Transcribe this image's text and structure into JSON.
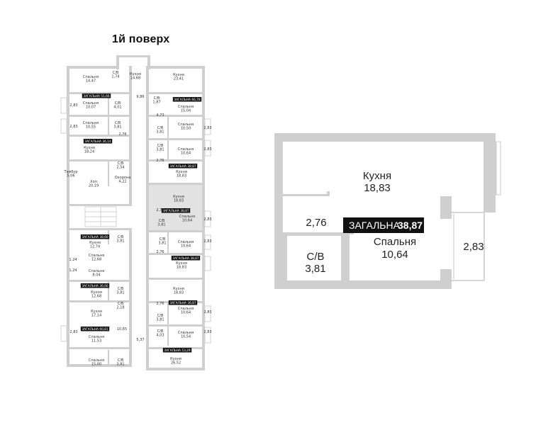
{
  "page": {
    "title": "1й поверх"
  },
  "floor_plan": {
    "left_column": [
      {
        "name": "Спальня",
        "area": "14,47"
      },
      {
        "name": "С/В",
        "area": "1,74"
      },
      {
        "name": "Кухня",
        "area": "14,68"
      },
      {
        "name": "ЗАГАЛЬНА 51,66",
        "badge": true
      },
      {
        "name": "Спальня",
        "area": "10,07"
      },
      {
        "name": "С/В",
        "area": "4,01"
      },
      {
        "name": "Спальня",
        "area": "10,55"
      },
      {
        "name": "С/В",
        "area": "3,81"
      },
      {
        "name": "ЗАГАЛЬНА 36,14",
        "badge": true
      },
      {
        "name": "Кухня",
        "area": "18,24"
      },
      {
        "name": "Тамбур",
        "area": "5,06"
      },
      {
        "name": "С/В",
        "area": "2,54"
      },
      {
        "name": "Хол",
        "area": "20,19"
      },
      {
        "name": "Охорона",
        "area": "4,22"
      },
      {
        "name": "ЗАГАЛЬНА 38,60",
        "badge": true
      },
      {
        "name": "С/В",
        "area": "3,81"
      },
      {
        "name": "Кухня",
        "area": "12,74"
      },
      {
        "name": "Спальня",
        "area": "12,68"
      },
      {
        "name": "Спальня",
        "area": "8,04"
      },
      {
        "name": "ЗАГАЛЬНА 36,66",
        "badge": true
      },
      {
        "name": "С/В",
        "area": "3,81"
      },
      {
        "name": "Кухня",
        "area": "12,68"
      },
      {
        "name": "С/В",
        "area": "2,18"
      },
      {
        "name": "Кухня",
        "area": "17,14"
      },
      {
        "name": "ЗАГАЛЬНА 60,81",
        "badge": true
      },
      {
        "name": "Спальня",
        "area": "11,53"
      },
      {
        "name": "Спальня",
        "area": "15,00"
      },
      {
        "name": "С/В",
        "area": "3,81"
      }
    ],
    "right_column": [
      {
        "name": "Кухня",
        "area": "23,41"
      },
      {
        "name": "ЗАГАЛЬНА 66,78",
        "badge": true
      },
      {
        "name": "С/В",
        "area": "1,87"
      },
      {
        "name": "Спальня",
        "area": "15,04"
      },
      {
        "name": "С/В",
        "area": "3,81"
      },
      {
        "name": "Спальня",
        "area": "10,50"
      },
      {
        "name": "С/В",
        "area": "3,81"
      },
      {
        "name": "Спальня",
        "area": "10,64"
      },
      {
        "name": "ЗАГАЛЬНА 38,87",
        "badge": true
      },
      {
        "name": "Кухня",
        "area": "18,83"
      },
      {
        "name": "Кухня",
        "area": "18,83"
      },
      {
        "name": "ЗАГАЛЬНА 38,87",
        "badge": true
      },
      {
        "name": "Спальня",
        "area": "10,64"
      },
      {
        "name": "С/В",
        "area": "3,81"
      },
      {
        "name": "С/В",
        "area": "3,81"
      },
      {
        "name": "Спальня",
        "area": "10,64"
      },
      {
        "name": "ЗАГАЛЬНА 38,87",
        "badge": true
      },
      {
        "name": "Кухня",
        "area": "18,83"
      },
      {
        "name": "Кухня",
        "area": "18,83"
      },
      {
        "name": "ЗАГАЛЬНА 36,87",
        "badge": true
      },
      {
        "name": "С/В",
        "area": "3,81"
      },
      {
        "name": "Спальня",
        "area": "10,64"
      },
      {
        "name": "С/В",
        "area": "4,03"
      },
      {
        "name": "Спальня",
        "area": "10,54"
      },
      {
        "name": "ЗАГАЛЬНА 53,29",
        "badge": true
      },
      {
        "name": "Кухня",
        "area": "26,52"
      }
    ],
    "dims": [
      "2,83",
      "2,83",
      "2,76",
      "2,83",
      "2,83",
      "2,76",
      "2,76",
      "2,83",
      "2,76",
      "2,83",
      "2,76",
      "2,83",
      "1,24",
      "1,24",
      "2,83",
      "2,83",
      "9,86",
      "4,73",
      "10,65",
      "5,37"
    ]
  },
  "unit_plan": {
    "kitchen": {
      "name": "Кухня",
      "area": "18,83"
    },
    "bedroom": {
      "name": "Спальня",
      "area": "10,64"
    },
    "bathroom": {
      "name": "С/В",
      "area": "3,81"
    },
    "total": {
      "label": "ЗАГАЛЬНА",
      "value": "38,87"
    },
    "dim_left": "2,76",
    "dim_right": "2,83"
  }
}
